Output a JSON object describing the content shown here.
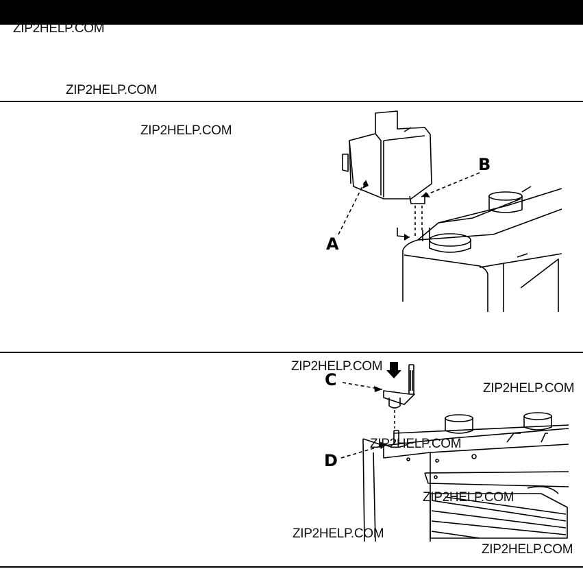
{
  "watermarks": {
    "top_cut": "ZIP2HELP.COM",
    "section1": "ZIP2HELP.COM",
    "section2": "ZIP2HELP.COM",
    "section3_a": "ZIP2HELP.COM",
    "section3_b": "ZIP2HELP.COM",
    "section3_c": "ZIP2HELP.COM",
    "section3_d": "ZIP2HELP.COM",
    "section3_e": "ZIP2HELP.COM",
    "section3_f": "ZIP2HELP.COM"
  },
  "figure1": {
    "label_a": "A",
    "label_b": "B"
  },
  "figure2": {
    "label_c": "C",
    "label_d": "D"
  }
}
